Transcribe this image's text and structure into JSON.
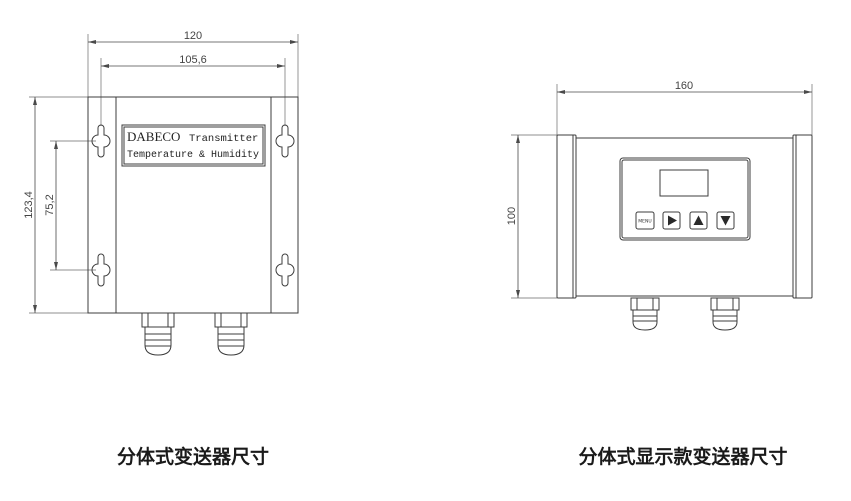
{
  "left_drawing": {
    "dimensions": {
      "overall_width": "120",
      "mounting_width": "105,6",
      "overall_height": "123,4",
      "mounting_height": "75,2"
    },
    "nameplate": {
      "brand": "DABECO",
      "product": "Transmitter",
      "subtitle": "Temperature & Humidity"
    },
    "caption": "分体式变送器尺寸"
  },
  "right_drawing": {
    "dimensions": {
      "overall_width": "160",
      "overall_height": "100"
    },
    "keypad": {
      "menu_label": "MENU",
      "icons": [
        "right-arrow-icon",
        "up-arrow-icon",
        "down-arrow-icon"
      ]
    },
    "caption": "分体式显示款变送器尺寸"
  },
  "colors": {
    "line": "#3c3c3c",
    "dimension_line": "#4a4a4a",
    "caption_text": "#1a1a1a",
    "background": "#ffffff"
  }
}
